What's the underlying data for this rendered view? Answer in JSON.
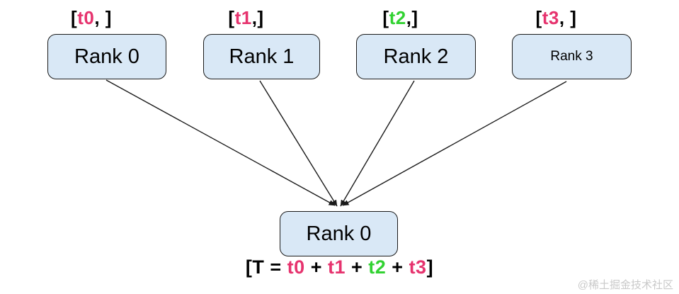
{
  "colors": {
    "tensor_pink": "#e6336e",
    "tensor_green": "#32d232",
    "node_fill": "#d9e8f6",
    "node_border": "#1a1a1a",
    "edge": "#1a1a1a",
    "text": "#000000",
    "watermark": "#c9c9c9"
  },
  "top_nodes": [
    {
      "label": "Rank 0",
      "tag": [
        {
          "t": "["
        },
        {
          "t": "t0",
          "c": "#e6336e"
        },
        {
          "t": ", ]"
        }
      ]
    },
    {
      "label": "Rank 1",
      "tag": [
        {
          "t": "["
        },
        {
          "t": "t1",
          "c": "#e6336e"
        },
        {
          "t": ",]"
        }
      ]
    },
    {
      "label": "Rank 2",
      "tag": [
        {
          "t": "["
        },
        {
          "t": "t2",
          "c": "#32d232"
        },
        {
          "t": ",]"
        }
      ]
    },
    {
      "label": "Rank 3",
      "tag": [
        {
          "t": "["
        },
        {
          "t": "t3",
          "c": "#e6336e"
        },
        {
          "t": ", ]"
        }
      ]
    }
  ],
  "bottom_node": {
    "label": "Rank 0"
  },
  "formula": {
    "parts": [
      {
        "t": "[T = "
      },
      {
        "t": "t0",
        "c": "#e6336e"
      },
      {
        "t": " + "
      },
      {
        "t": "t1",
        "c": "#e6336e"
      },
      {
        "t": " + "
      },
      {
        "t": "t2",
        "c": "#32d232"
      },
      {
        "t": " + "
      },
      {
        "t": "t3",
        "c": "#e6336e"
      },
      {
        "t": "]"
      }
    ]
  },
  "watermark": "@稀土掘金技术社区"
}
